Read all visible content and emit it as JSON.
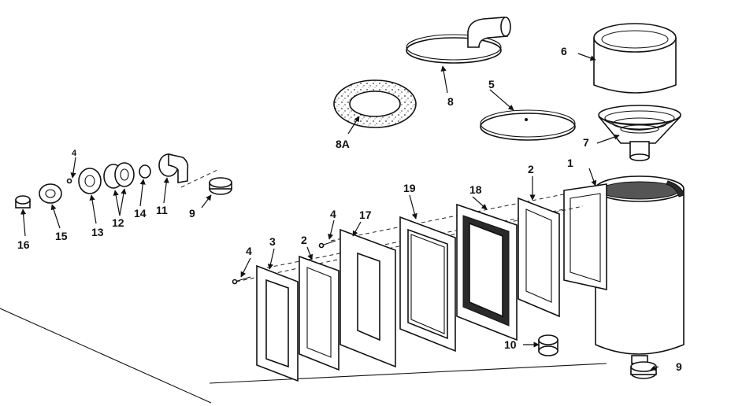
{
  "callouts": {
    "c1": "1",
    "c2a": "2",
    "c2b": "2",
    "c3": "3",
    "c4a": "4",
    "c4b": "4",
    "c4c": "4",
    "c5": "5",
    "c6": "6",
    "c7": "7",
    "c8": "8",
    "c8a": "8A",
    "c9a": "9",
    "c9b": "9",
    "c10": "10",
    "c11": "11",
    "c12": "12",
    "c13": "13",
    "c14": "14",
    "c15": "15",
    "c16": "16",
    "c17": "17",
    "c18": "18",
    "c19": "19"
  }
}
